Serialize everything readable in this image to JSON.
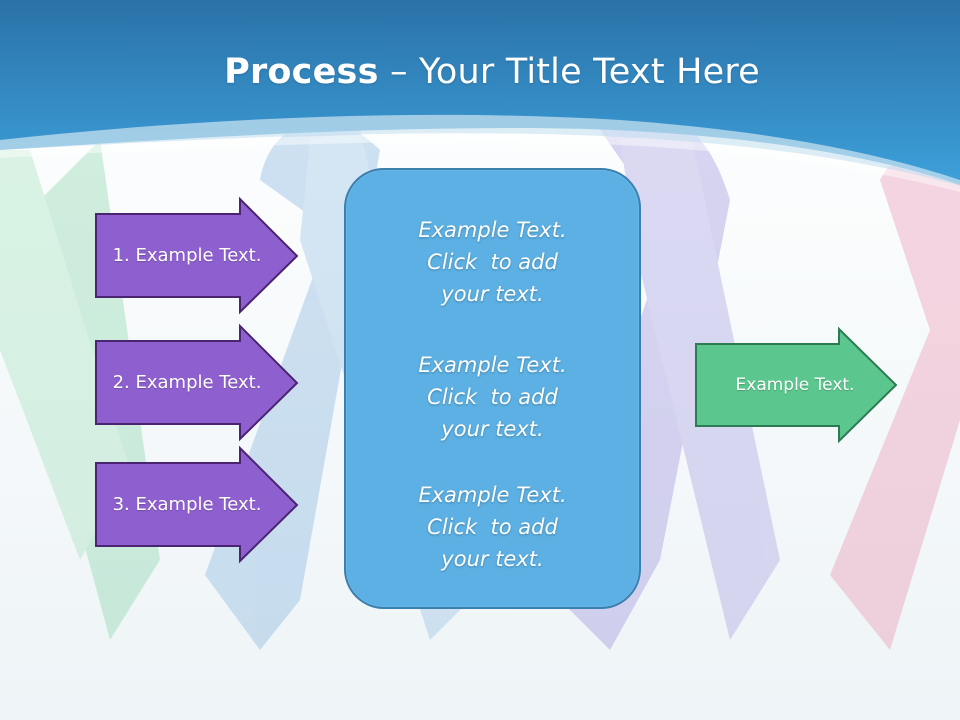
{
  "slide": {
    "title_bold": "Process",
    "title_rest": " – Your Title Text Here"
  },
  "left_arrows": [
    {
      "label": "1. Example Text."
    },
    {
      "label": "2. Example Text."
    },
    {
      "label": "3. Example Text."
    }
  ],
  "center_box": {
    "paragraphs": [
      {
        "line1": "Example Text.",
        "line2": "Click  to add",
        "line3": "your text."
      },
      {
        "line1": "Example Text.",
        "line2": "Click  to add",
        "line3": "your text."
      },
      {
        "line1": "Example Text.",
        "line2": "Click  to add",
        "line3": "your text."
      }
    ]
  },
  "right_arrow": {
    "label": "Example Text."
  },
  "colors": {
    "header": "#2d8fd0",
    "purple_arrow": "#8e5fcf",
    "green_arrow": "#5bc68d",
    "center_box": "#5cb0e3"
  }
}
